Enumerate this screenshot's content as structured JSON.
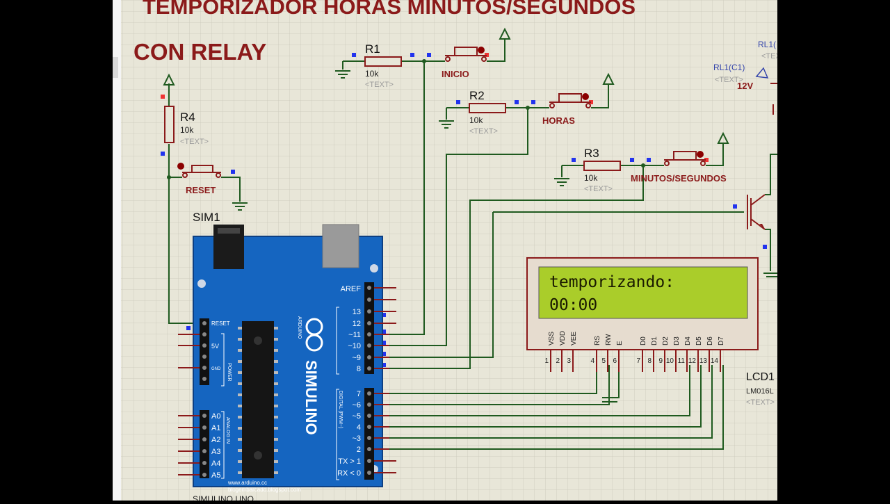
{
  "schematic": {
    "title_line1": "TEMPORIZADOR HORAS MINUTOS/SEGUNDOS",
    "title_line2": "CON RELAY",
    "resistors": [
      {
        "name": "R1",
        "value": "10k",
        "text": "<TEXT>"
      },
      {
        "name": "R2",
        "value": "10k",
        "text": "<TEXT>"
      },
      {
        "name": "R3",
        "value": "10k",
        "text": "<TEXT>"
      },
      {
        "name": "R4",
        "value": "10k",
        "text": "<TEXT>"
      }
    ],
    "buttons": {
      "inicio": "INICIO",
      "horas": "HORAS",
      "minutos": "MINUTOS/SEGUNDOS",
      "reset": "RESET"
    },
    "relay": {
      "label_top": "RL1(",
      "label": "RL1(C1)",
      "text": "<TEXT>",
      "voltage": "12V"
    },
    "arduino": {
      "name": "SIM1",
      "footer": "SIMULINO UNO",
      "brand": "SIMULINO",
      "website": "www.arduino.cc",
      "blog": "blogembarcado.blogspot.com",
      "arduino_small": "ARDUINO",
      "digital_label": "DIGITAL (PWM~)",
      "analog_label": "ANALOG IN",
      "power_label": "POWER",
      "left_pins": [
        "RESET",
        "5V",
        "GND"
      ],
      "analog_pins": [
        "A0",
        "A1",
        "A2",
        "A3",
        "A4",
        "A5"
      ],
      "right_pins_top": [
        "AREF",
        "13",
        "12",
        "~11",
        "~10",
        "~9",
        "8"
      ],
      "right_pins_bottom": [
        "7",
        "~6",
        "~5",
        "4",
        "~3",
        "2",
        "TX > 1",
        "RX < 0"
      ]
    },
    "lcd": {
      "name": "LCD1",
      "model": "LM016L",
      "text": "<TEXT>",
      "line1": "temporizando:",
      "line2": "00:00",
      "pin_names": [
        "VSS",
        "VDD",
        "VEE",
        "RS",
        "RW",
        "E",
        "D0",
        "D1",
        "D2",
        "D3",
        "D4",
        "D5",
        "D6",
        "D7"
      ],
      "pin_numbers": [
        "1",
        "2",
        "3",
        "4",
        "5",
        "6",
        "7",
        "8",
        "9",
        "10",
        "11",
        "12",
        "13",
        "14"
      ]
    },
    "colors": {
      "canvas": "#e8e6d8",
      "grid": "#cfcdbf",
      "arduino_blue": "#1565c0",
      "lcd_screen": "#aacd2a",
      "wire": "#1f5a1f",
      "component": "#8b1a1a"
    }
  }
}
